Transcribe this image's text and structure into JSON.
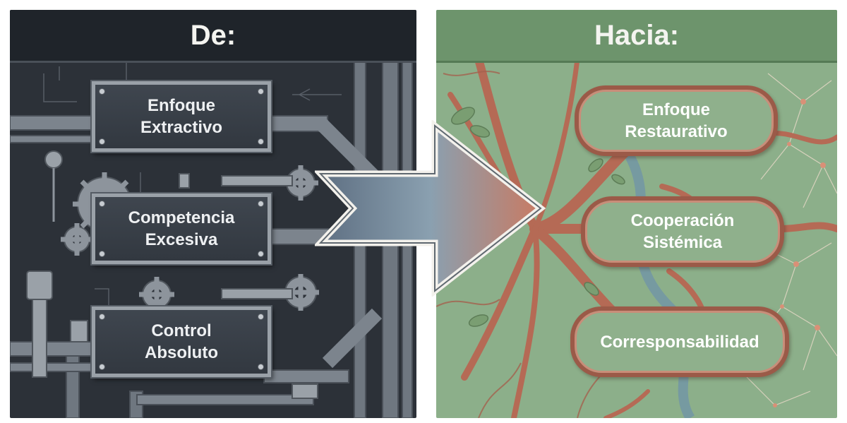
{
  "left_panel": {
    "title": "De:",
    "boxes": [
      {
        "line1": "Enfoque",
        "line2": "Extractivo"
      },
      {
        "line1": "Competencia",
        "line2": "Excesiva"
      },
      {
        "line1": "Control",
        "line2": "Absoluto"
      }
    ]
  },
  "right_panel": {
    "title": "Hacia:",
    "boxes": [
      {
        "line1": "Enfoque",
        "line2": "Restaurativo"
      },
      {
        "line1": "Cooperación",
        "line2": "Sistémica"
      },
      {
        "line1": "Corresponsabilidad",
        "line2": ""
      }
    ]
  },
  "colors": {
    "industrial_bg": "#2c3138",
    "nature_bg": "#8caf8a",
    "root_color": "#b56a55",
    "arrow_start": "#5e6f82",
    "arrow_end": "#c97a62"
  }
}
